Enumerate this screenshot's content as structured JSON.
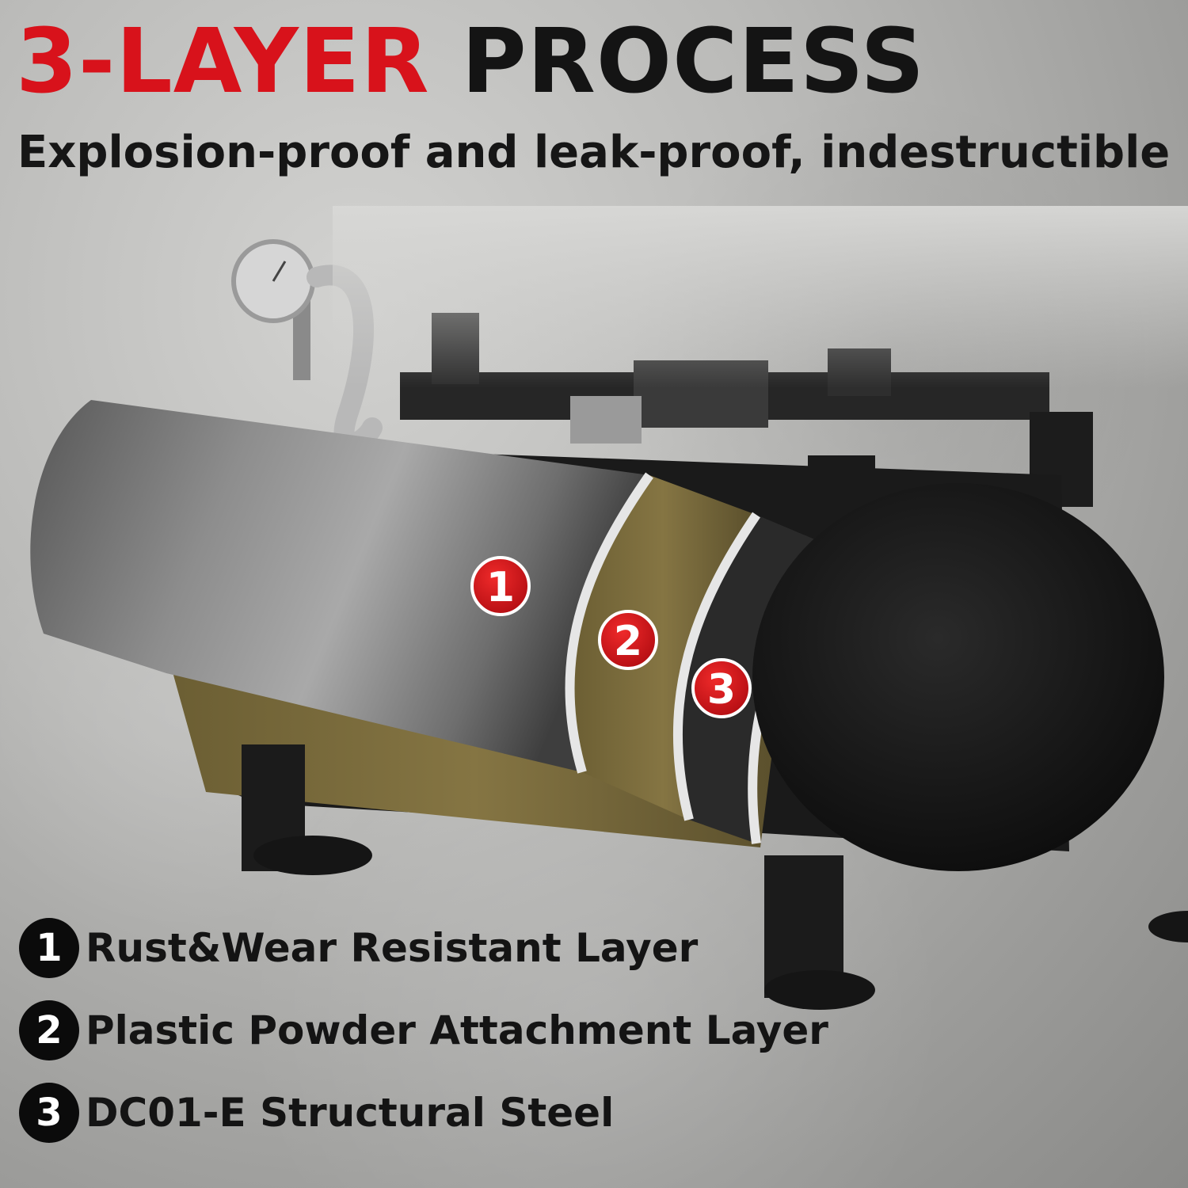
{
  "header": {
    "title_accent": "3-LAYER",
    "title_rest": "PROCESS",
    "subtitle": "Explosion-proof and leak-proof, indestructible"
  },
  "callouts": [
    {
      "number": "1"
    },
    {
      "number": "2"
    },
    {
      "number": "3"
    }
  ],
  "legend": [
    {
      "number": "1",
      "label": "Rust&Wear Resistant Layer"
    },
    {
      "number": "2",
      "label": "Plastic Powder Attachment Layer"
    },
    {
      "number": "3",
      "label": "DC01-E Structural Steel"
    }
  ],
  "colors": {
    "accent_red": "#d8121b",
    "text_dark": "#141414",
    "tank_black": "#121212",
    "powder_layer": "#7a6a3a"
  }
}
